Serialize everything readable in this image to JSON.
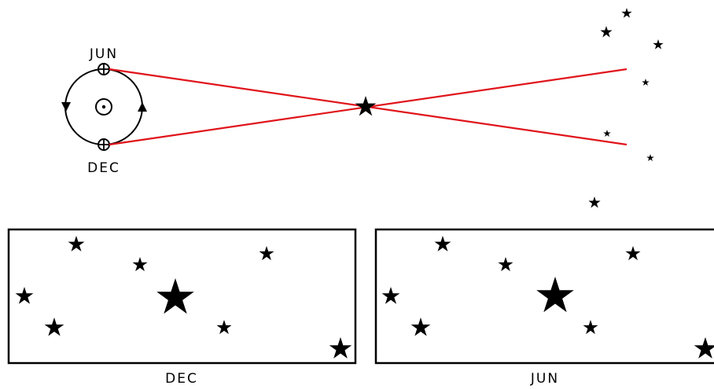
{
  "labels": {
    "earth_top": "JUN",
    "earth_bottom": "DEC",
    "panel_left": "DEC",
    "panel_right": "JUN"
  },
  "colors": {
    "sight_lines": "#e0141b",
    "stars": "#000000",
    "background": "#ffffff"
  },
  "icons": {
    "sun": "sun-symbol",
    "earth": "earth-symbol",
    "star": "five-point-star"
  }
}
